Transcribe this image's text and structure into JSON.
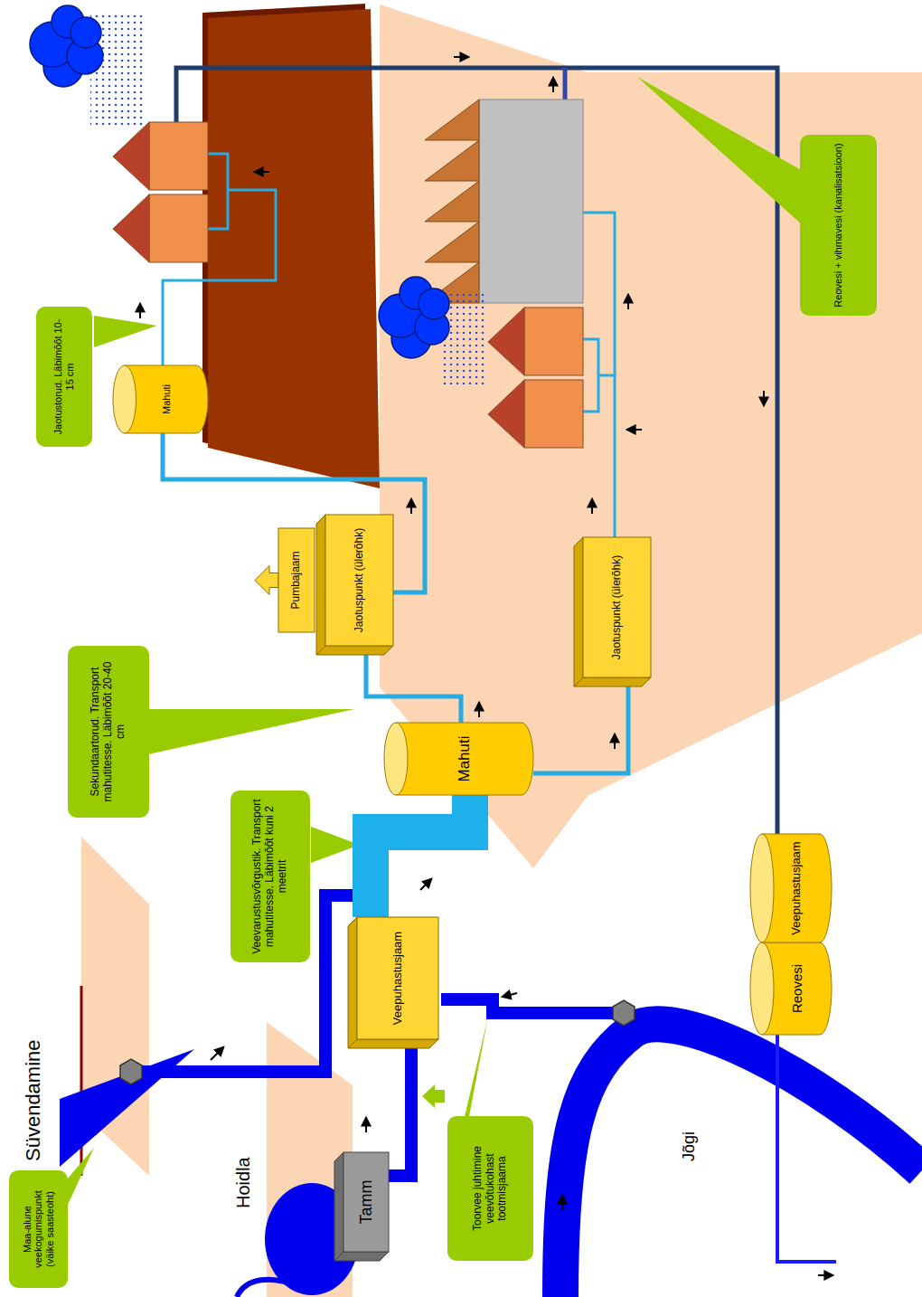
{
  "diagram": {
    "nodes": [
      {
        "text": [
          "Maa-alune veekogumispunkt (väike saasteoht)"
        ]
      },
      {
        "text": [
          "Toorvee juhtimine veevõtukohast tootmisjaama"
        ]
      },
      {
        "text": [
          "Tamm"
        ]
      },
      {
        "text": [
          "Veepuhastusjaam"
        ]
      },
      {
        "text": [
          "Veevarustusvõrgustik. Transport mahutitesse. Läbimõõt kuni 2 meetrit"
        ]
      },
      {
        "text": [
          "Reovesi"
        ]
      },
      {
        "text": [
          "Veepuhastusjaam"
        ]
      },
      {
        "text": [
          "Sekundaartorud. Transport mahutitesse. Läbimõõt 20-40 cm"
        ]
      },
      {
        "text": [
          "Mahuti"
        ]
      },
      {
        "text": [
          "Pumbajaam"
        ]
      },
      {
        "text": [
          "Jaotuspunkt (ülerõhk)"
        ]
      },
      {
        "text": [
          "Jaotuspunkt (ülerõhk)"
        ]
      },
      {
        "text": [
          "Jaotustorud. Läbimõõt 10-15 cm"
        ]
      },
      {
        "text": [
          "Mahuti"
        ]
      },
      {
        "text": [
          "Reovesi + vihmavesi (kanalisatsioon)"
        ]
      }
    ],
    "edges": [
      {
        "from": 2,
        "to": 3,
        "arrow": "none"
      },
      {
        "from": 3,
        "to": 8,
        "arrow": "none"
      },
      {
        "from": 8,
        "to": 10,
        "arrow": "none"
      },
      {
        "from": 8,
        "to": 11,
        "arrow": "none"
      },
      {
        "from": 10,
        "to": 13,
        "arrow": "none"
      }
    ],
    "labels": [
      "Süvendamine",
      "Hoidla",
      "Jõgi"
    ]
  }
}
